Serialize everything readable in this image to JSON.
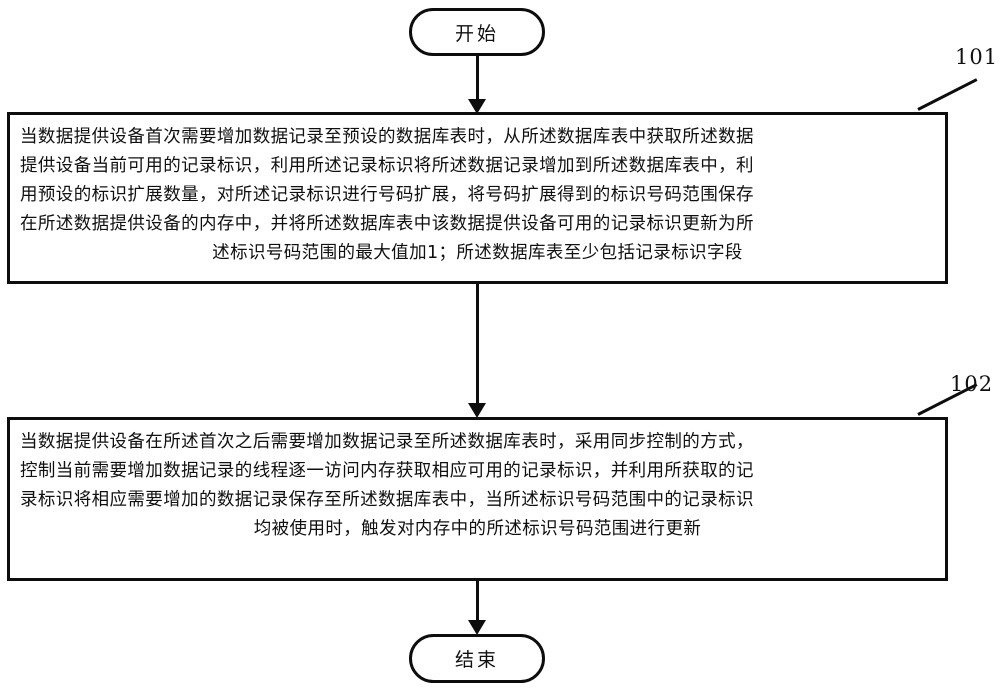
{
  "diagram": {
    "title": "Flowchart",
    "nodes": {
      "start": {
        "label": "开始"
      },
      "end": {
        "label": "结束"
      },
      "step_101": {
        "ref": "101",
        "lines": [
          "当数据提供设备首次需要增加数据记录至预设的数据库表时，从所述数据库表中获取所述数据",
          "提供设备当前可用的记录标识，利用所述记录标识将所述数据记录增加到所述数据库表中，利",
          "用预设的标识扩展数量，对所述记录标识进行号码扩展，将号码扩展得到的标识号码范围保存",
          "在所述数据提供设备的内存中，并将所述数据库表中该数据提供设备可用的记录标识更新为所",
          "述标识号码范围的最大值加1；所述数据库表至少包括记录标识字段"
        ]
      },
      "step_102": {
        "ref": "102",
        "lines": [
          "当数据提供设备在所述首次之后需要增加数据记录至所述数据库表时，采用同步控制的方式，",
          "控制当前需要增加数据记录的线程逐一访问内存获取相应可用的记录标识，并利用所获取的记",
          "录标识将相应需要增加的数据记录保存至所述数据库表中，当所述标识号码范围中的记录标识",
          "均被使用时，触发对内存中的所述标识号码范围进行更新"
        ]
      }
    },
    "connectors": [
      {
        "from": "start",
        "to": "step_101",
        "arrow": "down-arrow-icon"
      },
      {
        "from": "step_101",
        "to": "step_102",
        "arrow": "down-arrow-icon"
      },
      {
        "from": "step_102",
        "to": "end",
        "arrow": "down-arrow-icon"
      }
    ],
    "colors": {
      "stroke": "#0d0d0d",
      "text": "#101010",
      "background": "#ffffff"
    }
  }
}
